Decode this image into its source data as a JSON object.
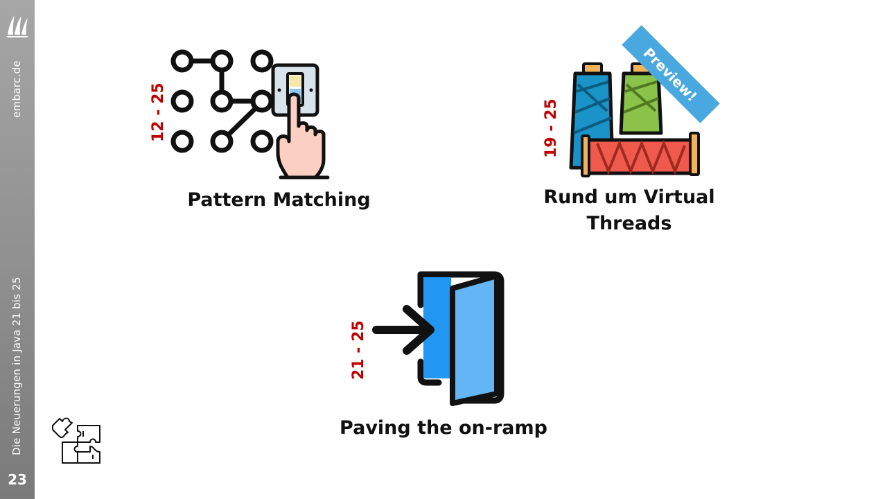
{
  "sidebar": {
    "brand": "embarc.de",
    "deck_title": "Die Neuerungen in Java 21 bis 25",
    "page_number": "23"
  },
  "topics": [
    {
      "title": "Pattern Matching",
      "range": "12 - 25",
      "icon": "pattern-lock-icon"
    },
    {
      "title_line1": "Rund um Virtual",
      "title_line2": "Threads",
      "range": "19 - 25",
      "icon": "thread-spools-icon",
      "badge": "Preview!"
    },
    {
      "title": "Paving the on-ramp",
      "range": "21 - 25",
      "icon": "door-entrance-icon"
    }
  ],
  "footer_icon": "puzzle-icon",
  "colors": {
    "range_red": "#c00000",
    "badge_blue": "#4aa8e0",
    "sidebar_gray": "#8f8f8f"
  }
}
